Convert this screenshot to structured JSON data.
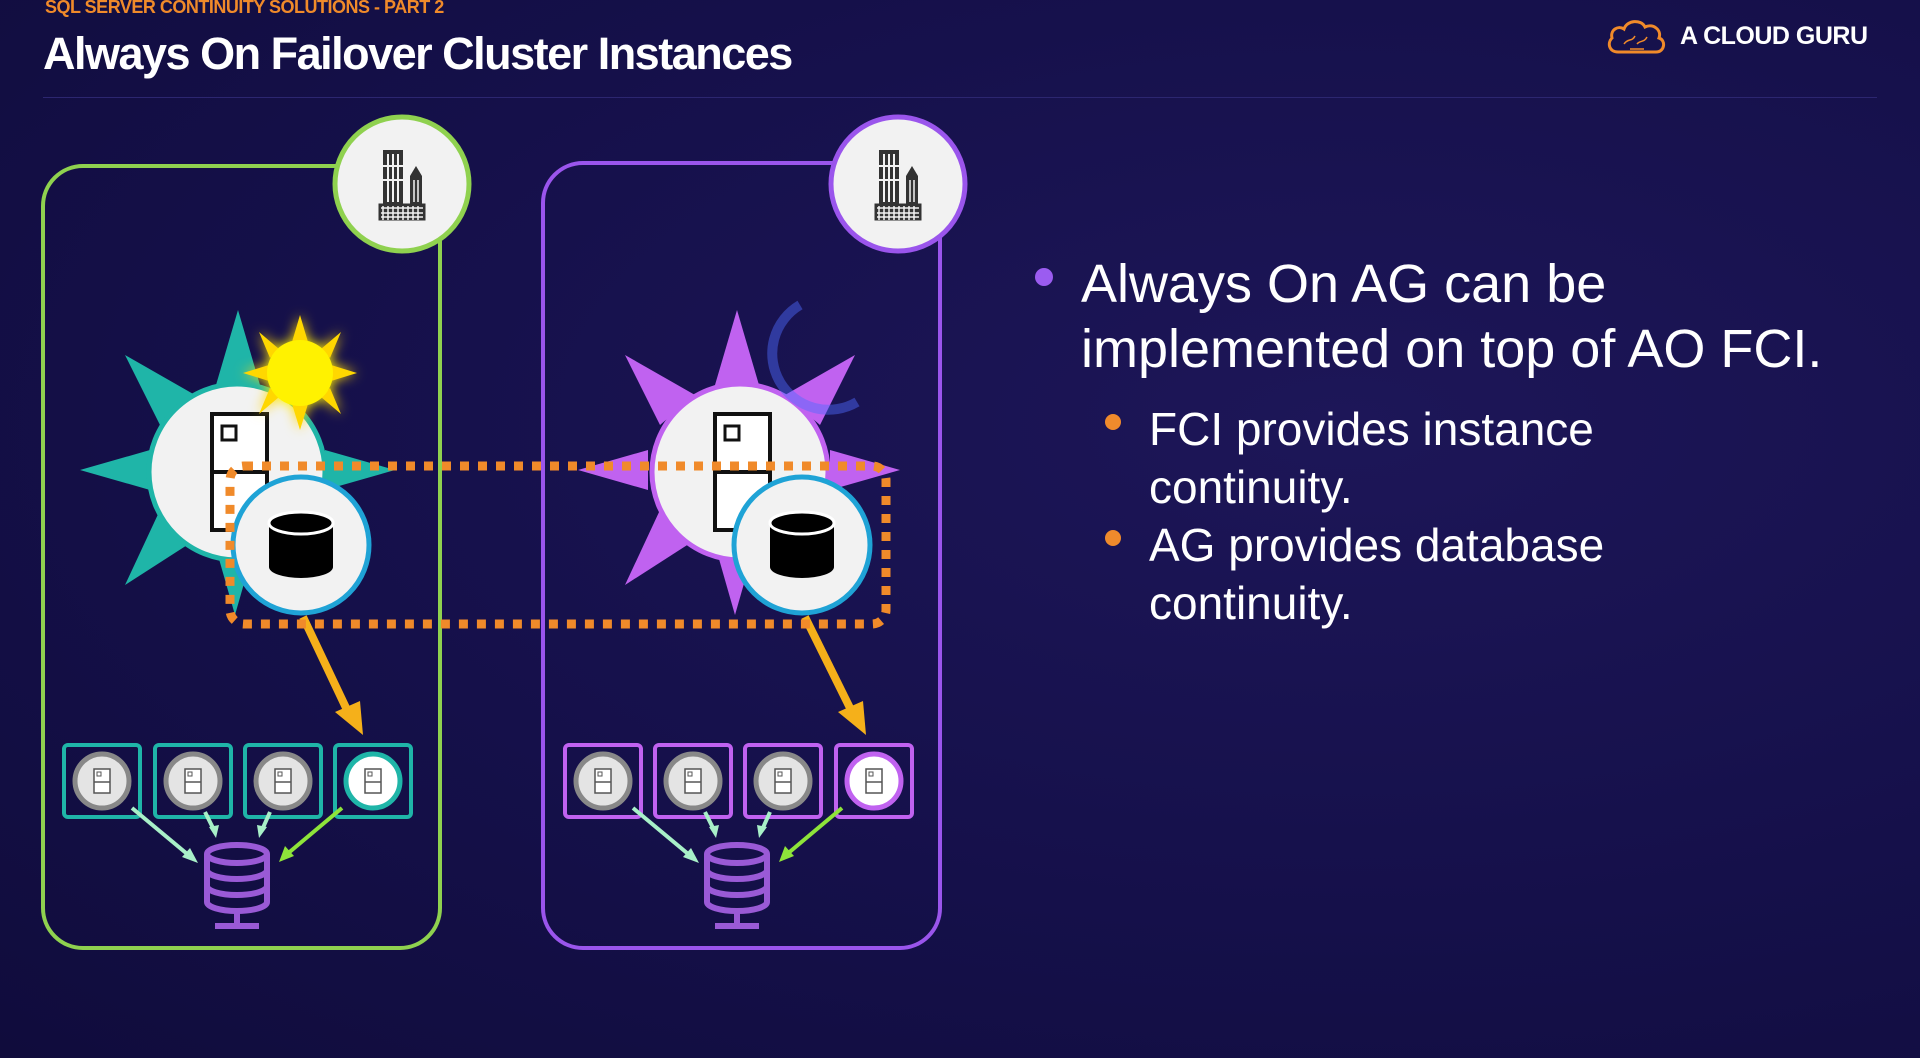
{
  "slide": {
    "kicker": "SQL SERVER CONTINUITY SOLUTIONS - PART 2",
    "title": "Always On Failover Cluster Instances"
  },
  "brand": {
    "name": "A CLOUD GURU",
    "logo_icon": "cloud-icon",
    "accent_color": "#f08a2a"
  },
  "bullets": [
    {
      "text": "Always On AG can be implemented on top of AO FCI.",
      "sub": [
        "FCI provides instance continuity.",
        "AG provides database continuity."
      ]
    }
  ],
  "diagram": {
    "sites": [
      {
        "name": "site-day",
        "border_color": "#8fd14f",
        "accent_color": "#1fb5a8",
        "time_icon": "sun-icon",
        "building_icon": "city-building-icon",
        "server_icon": "server-icon",
        "database_icon": "database-icon",
        "storage_icon": "storage-stack-icon"
      },
      {
        "name": "site-night",
        "border_color": "#9a55ec",
        "accent_color": "#c062f0",
        "time_icon": "moon-icon",
        "building_icon": "city-building-icon",
        "server_icon": "server-icon",
        "database_icon": "database-icon",
        "storage_icon": "storage-stack-icon"
      }
    ],
    "colors": {
      "ag_boundary": "#f08a2a",
      "arrow": "#f5b01a",
      "node_ring": "#1fa3d6"
    }
  }
}
